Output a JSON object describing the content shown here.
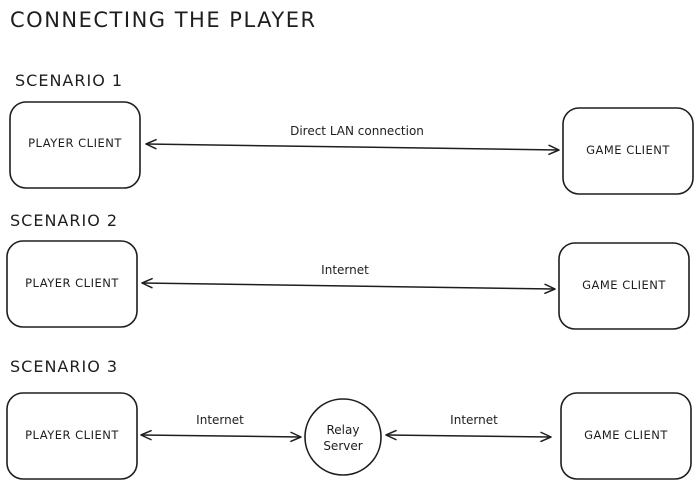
{
  "title": "CONNECTING THE PLAYER",
  "scenarios": [
    {
      "heading": "SCENARIO 1",
      "left_node": "PLAYER CLIENT",
      "right_node": "GAME CLIENT",
      "edge_label": "Direct LAN connection"
    },
    {
      "heading": "SCENARIO 2",
      "left_node": "PLAYER CLIENT",
      "right_node": "GAME CLIENT",
      "edge_label": "Internet"
    },
    {
      "heading": "SCENARIO 3",
      "left_node": "PLAYER CLIENT",
      "right_node": "GAME CLIENT",
      "edge_label_left": "Internet",
      "edge_label_right": "Internet",
      "relay_line1": "Relay",
      "relay_line2": "Server"
    }
  ],
  "colors": {
    "stroke": "#1e1e1e",
    "background": "#ffffff"
  }
}
